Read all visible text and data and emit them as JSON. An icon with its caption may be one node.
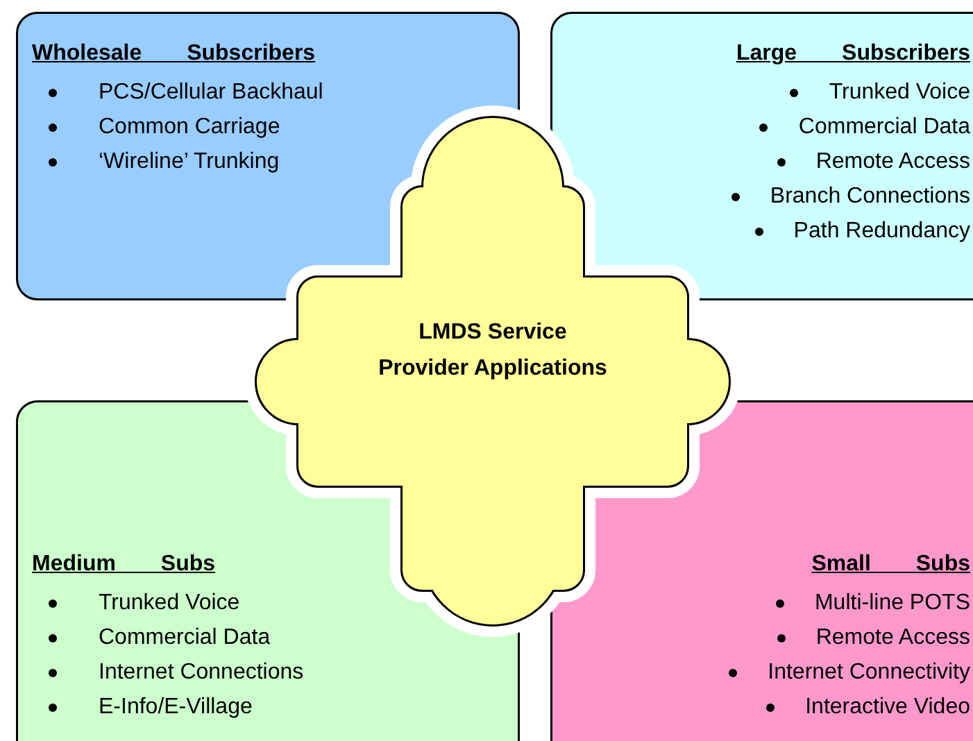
{
  "diagram": {
    "nodes": [
      {
        "text": [
          "Wholesale Subscribers",
          "PCS/Cellular Backhaul",
          "Common Carriage",
          "‘Wireline’ Trunking"
        ]
      },
      {
        "text": [
          "Large Subscribers",
          "Trunked Voice",
          "Commercial Data",
          "Remote Access",
          "Branch Connections",
          "Path Redundancy"
        ]
      },
      {
        "text": [
          "LMDS Service Provider Applications"
        ]
      },
      {
        "text": [
          "Medium Subs",
          "Trunked Voice",
          "Commercial Data",
          "Internet Connections",
          "E-Info/E-Village"
        ]
      },
      {
        "text": [
          "Small Subs",
          "Multi-line POTS",
          "Remote Access",
          "Internet Connectivity",
          "Interactive Video"
        ]
      }
    ]
  }
}
